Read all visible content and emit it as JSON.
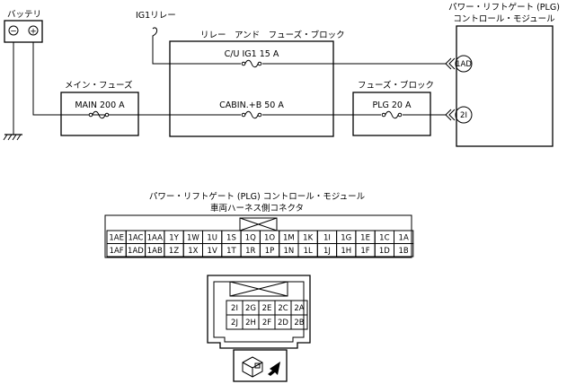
{
  "labels": {
    "battery": "バッテリ",
    "ig1_relay": "IG1リレー",
    "relay_block": "リレー　アンド　フューズ・ブロック",
    "main_fuse": "メイン・フューズ",
    "fuse_block": "フューズ・ブロック",
    "module_line1": "パワー・リフトゲート (PLG)",
    "module_line2": "コントロール・モジュール",
    "connector_line1": "パワー・リフトゲート (PLG) コントロール・モジュール",
    "connector_line2": "車両ハーネス側コネクタ"
  },
  "fuses": {
    "cu_ig1": "C/U IG1 15 A",
    "cabin_b": "CABIN.+B 50 A",
    "main": "MAIN 200 A",
    "plg": "PLG 20 A"
  },
  "terminals": {
    "ad": "1AD",
    "i2": "2I"
  },
  "battery_symbols": {
    "minus": "−",
    "plus": "+"
  },
  "connector1": {
    "top_row": [
      "1AE",
      "1AC",
      "1AA",
      "1Y",
      "1W",
      "1U",
      "1S",
      "1Q",
      "1O",
      "1M",
      "1K",
      "1I",
      "1G",
      "1E",
      "1C",
      "1A"
    ],
    "bottom_row": [
      "1AF",
      "1AD",
      "1AB",
      "1Z",
      "1X",
      "1V",
      "1T",
      "1R",
      "1P",
      "1N",
      "1L",
      "1J",
      "1H",
      "1F",
      "1D",
      "1B"
    ]
  },
  "connector2": {
    "top_row": [
      "2I",
      "2G",
      "2E",
      "2C",
      "2A"
    ],
    "bottom_row": [
      "2J",
      "2H",
      "2F",
      "2D",
      "2B"
    ]
  }
}
